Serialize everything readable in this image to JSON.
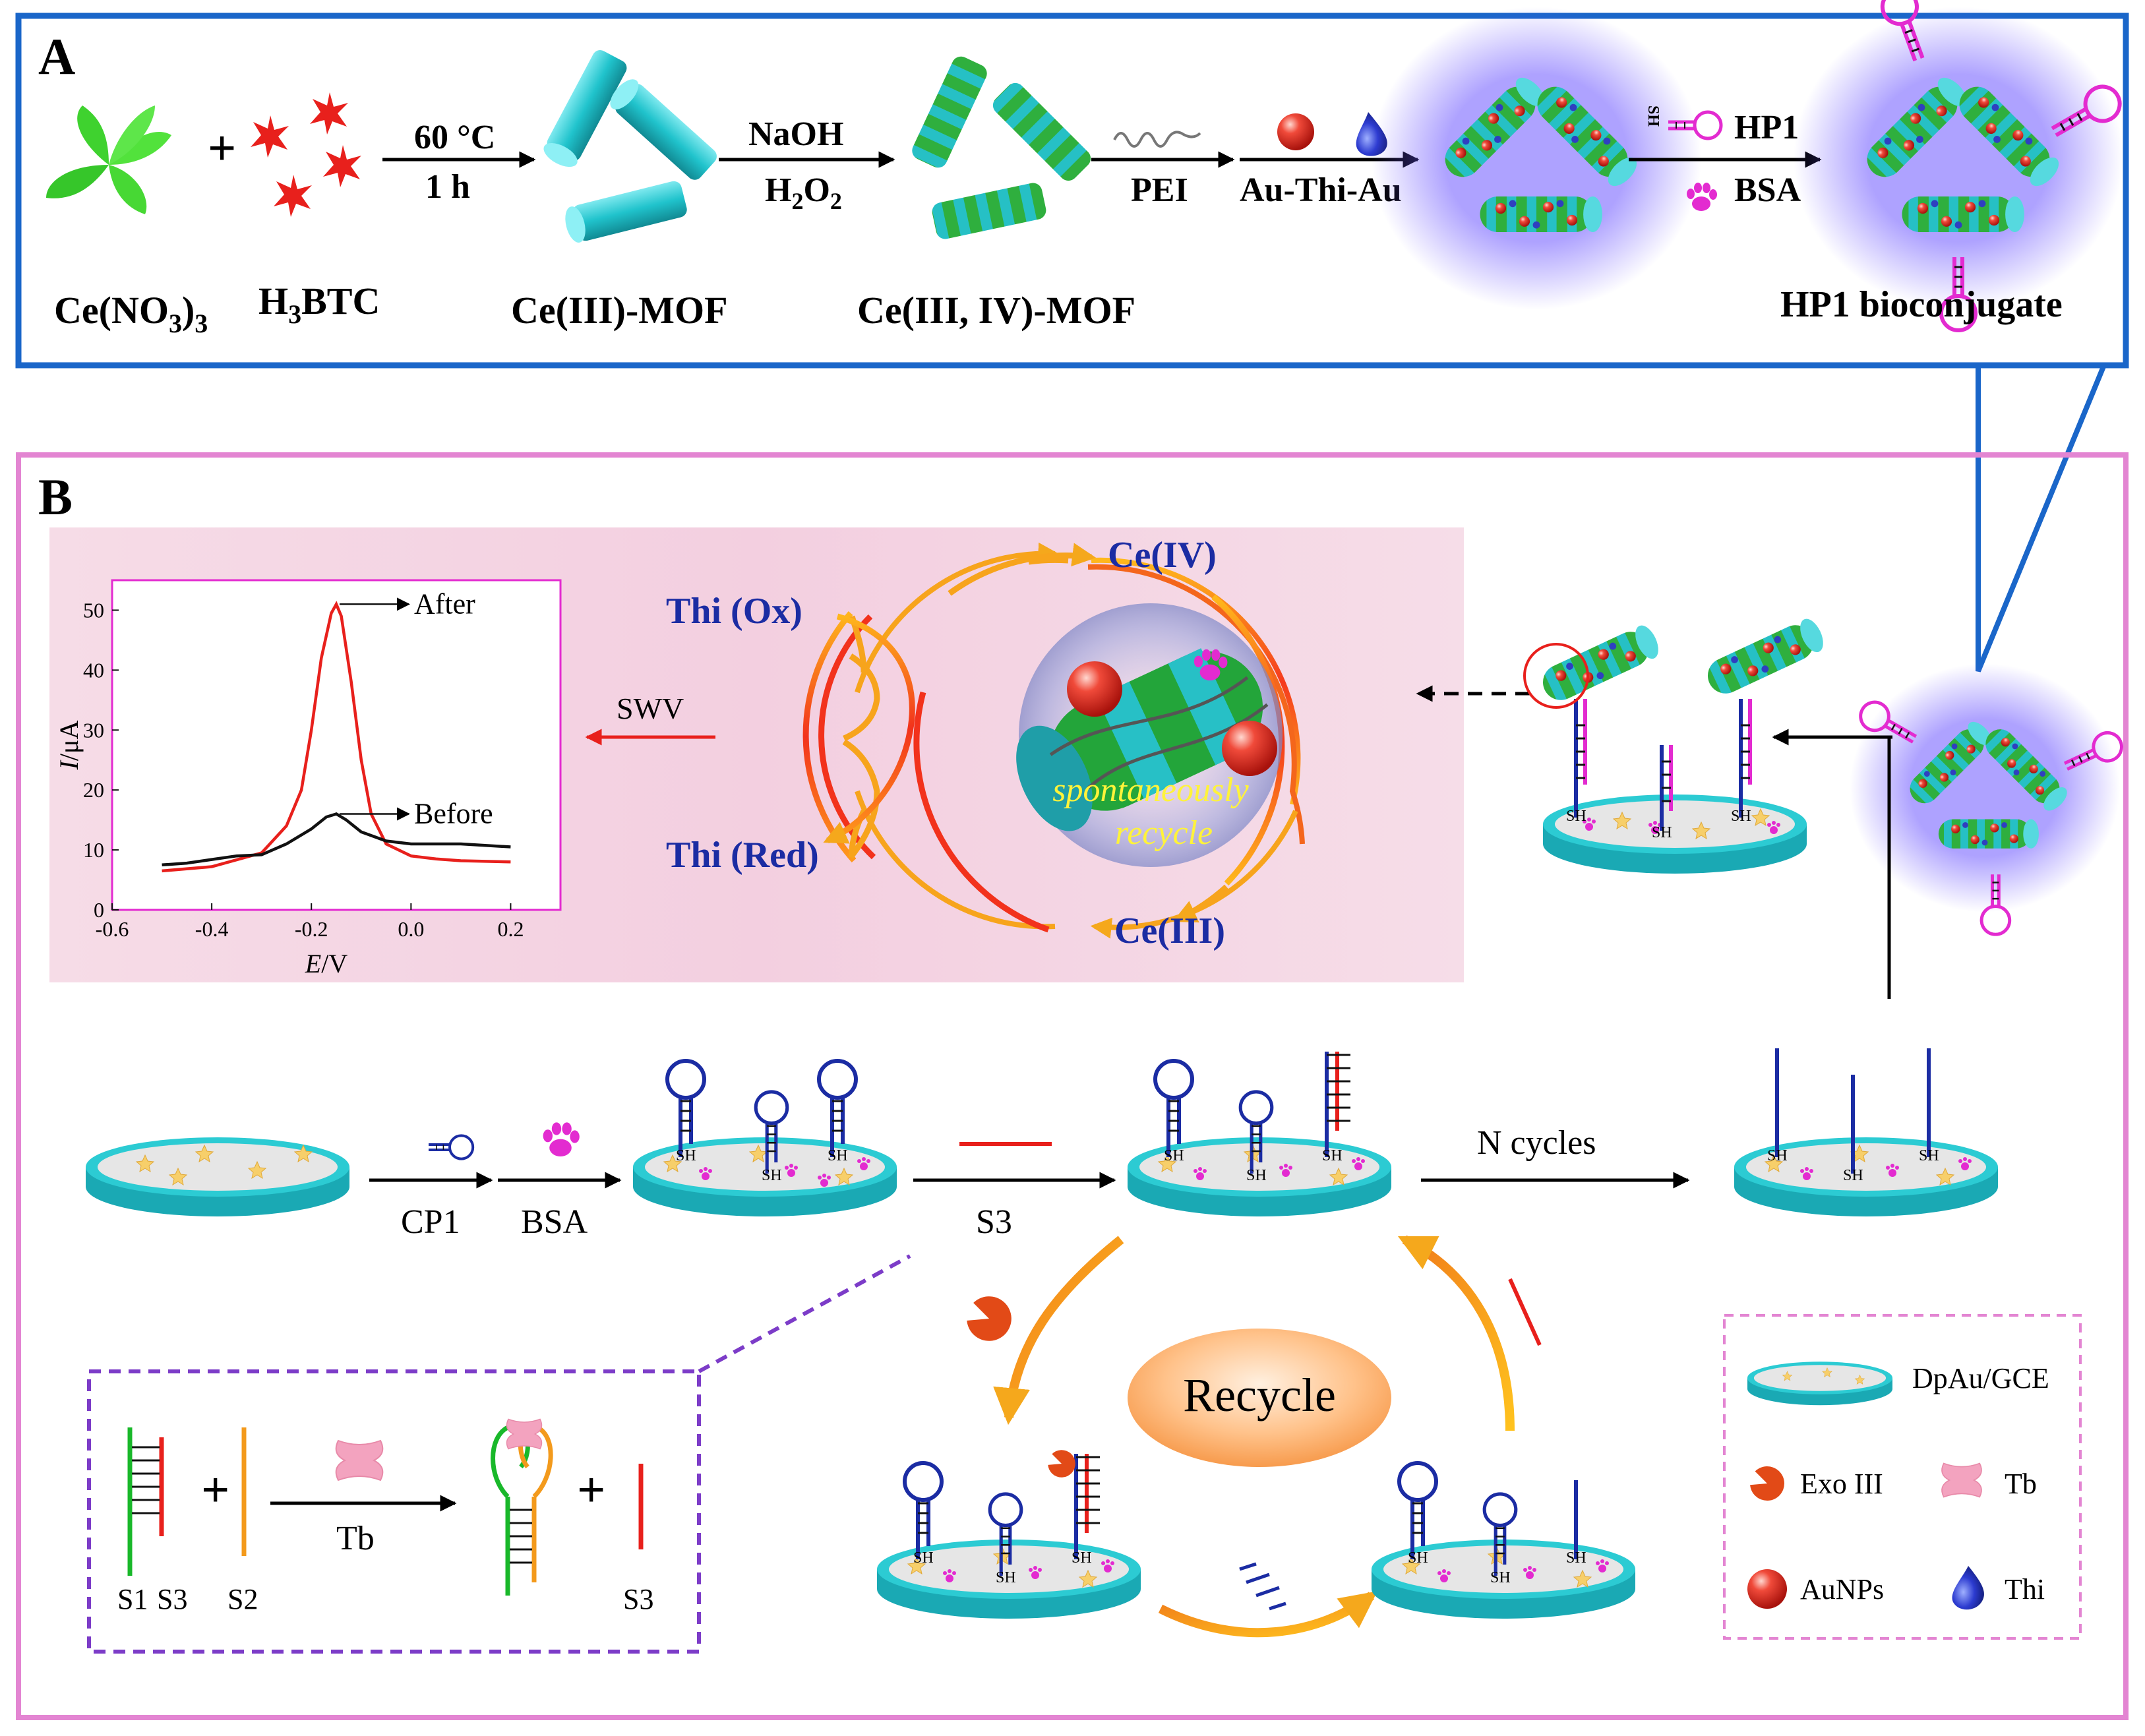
{
  "panel_a": {
    "letter": "A",
    "reagents": {
      "ce_nitrate": "Ce(NO",
      "ce_nitrate_sub": "3",
      "ce_nitrate_close": ")",
      "ce_nitrate_sub2": "3",
      "btc_h": "H",
      "btc_sub": "3",
      "btc_rest": "BTC",
      "plus": "+"
    },
    "step1": {
      "top": "60 °C",
      "bottom": "1 h"
    },
    "ce3_mof": "Ce(III)-MOF",
    "step2": {
      "top": "NaOH",
      "bottom_h": "H",
      "bottom_sub1": "2",
      "bottom_o": "O",
      "bottom_sub2": "2"
    },
    "ce34_mof": "Ce(III, IV)-MOF",
    "step3": {
      "bottom": "PEI"
    },
    "step4": {
      "bottom": "Au-Thi-Au"
    },
    "step5": {
      "hp1": "HP1",
      "bsa": "BSA",
      "sh": "SH"
    },
    "product": "HP1 bioconjugate"
  },
  "panel_b": {
    "letter": "B",
    "cycle": {
      "ce4": "Ce(IV)",
      "ce3": "Ce(III)",
      "thi_ox": "Thi (Ox)",
      "thi_red": "Thi (Red)",
      "center_line1": "spontaneously",
      "center_line2": "recycle"
    },
    "swv": "SWV",
    "sh": "SH",
    "flow": {
      "cp1": "CP1",
      "bsa": "BSA",
      "s3": "S3",
      "n_cycles": "N cycles",
      "recycle": "Recycle"
    },
    "inset": {
      "s1": "S1",
      "s3": "S3",
      "s2": "S2",
      "tb": "Tb",
      "s3_out": "S3",
      "plus": "+"
    },
    "legend": {
      "electrode": "DpAu/GCE",
      "exo": "Exo III",
      "tb": "Tb",
      "aunps": "AuNPs",
      "thi": "Thi"
    }
  },
  "chart_data": {
    "type": "line",
    "xlabel": "E/V",
    "ylabel": "I/μA",
    "xlim": [
      -0.6,
      0.3
    ],
    "ylim": [
      0,
      55
    ],
    "xticks": [
      -0.6,
      -0.4,
      -0.2,
      0.0,
      0.2
    ],
    "xtick_labels": [
      "-0.6",
      "-0.4",
      "-0.2",
      "0.0",
      "0.2"
    ],
    "yticks": [
      0,
      10,
      20,
      30,
      40,
      50
    ],
    "ytick_labels": [
      "0",
      "10",
      "20",
      "30",
      "40",
      "50"
    ],
    "series": [
      {
        "name": "After",
        "color": "#e8201c",
        "x": [
          -0.5,
          -0.4,
          -0.3,
          -0.25,
          -0.22,
          -0.2,
          -0.18,
          -0.16,
          -0.15,
          -0.14,
          -0.12,
          -0.1,
          -0.08,
          -0.05,
          0.0,
          0.05,
          0.1,
          0.2
        ],
        "y": [
          6.5,
          7.2,
          9.5,
          14,
          20,
          30,
          42,
          49.5,
          51,
          49,
          38,
          25,
          16,
          11,
          9,
          8.5,
          8.2,
          8
        ]
      },
      {
        "name": "Before",
        "color": "#111111",
        "x": [
          -0.5,
          -0.45,
          -0.4,
          -0.35,
          -0.3,
          -0.25,
          -0.2,
          -0.17,
          -0.15,
          -0.13,
          -0.1,
          -0.05,
          0.0,
          0.05,
          0.1,
          0.2
        ],
        "y": [
          7.5,
          7.8,
          8.4,
          9.0,
          9.2,
          11.0,
          13.5,
          15.5,
          16.0,
          15.0,
          13.0,
          11.5,
          11.0,
          11.0,
          11.0,
          10.5
        ]
      }
    ],
    "annotations": [
      "After",
      "Before"
    ],
    "grid": false
  },
  "colors": {
    "panel_a_border": "#1a66c9",
    "panel_b_border": "#e385d2",
    "cyan": "#22c4cc",
    "navy": "#1b2ca3",
    "red": "#e8201c",
    "orange": "#f39a1c",
    "magenta": "#e32bd0"
  }
}
